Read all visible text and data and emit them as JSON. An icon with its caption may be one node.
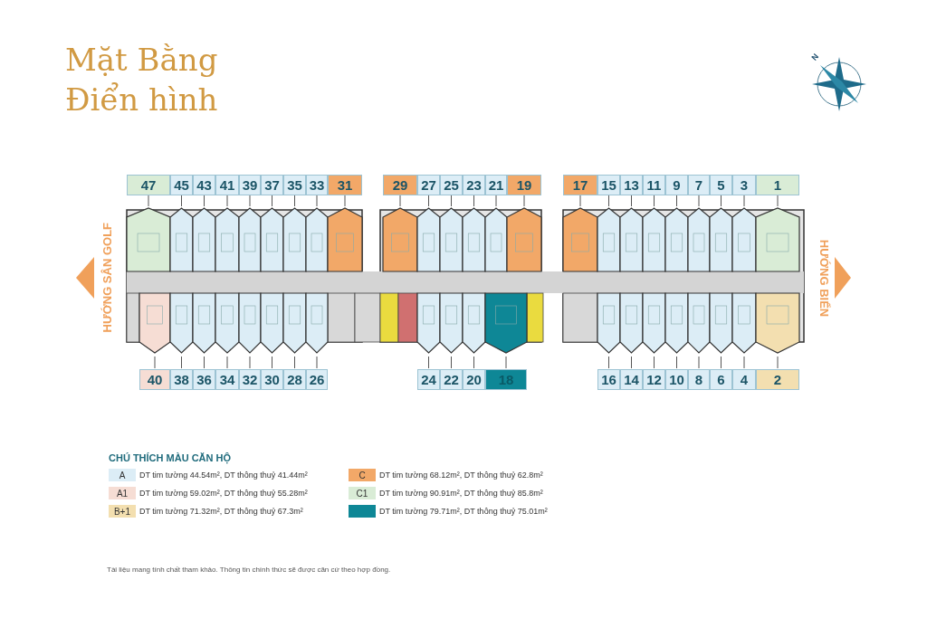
{
  "diagram": {
    "title": "Mặt Bằng Điển hình",
    "caption": "Tài liệu mang tính chất tham khảo. Thông tin chính thức sẽ được căn cứ theo hợp đồng.",
    "nodes": [
      {
        "text": [
          "47"
        ]
      },
      {
        "text": [
          "45"
        ]
      },
      {
        "text": [
          "43"
        ]
      },
      {
        "text": [
          "41"
        ]
      },
      {
        "text": [
          "39"
        ]
      },
      {
        "text": [
          "37"
        ]
      },
      {
        "text": [
          "35"
        ]
      },
      {
        "text": [
          "33"
        ]
      },
      {
        "text": [
          "31"
        ]
      },
      {
        "text": [
          "29"
        ]
      },
      {
        "text": [
          "27"
        ]
      },
      {
        "text": [
          "25"
        ]
      },
      {
        "text": [
          "23"
        ]
      },
      {
        "text": [
          "21"
        ]
      },
      {
        "text": [
          "19"
        ]
      },
      {
        "text": [
          "17"
        ]
      },
      {
        "text": [
          "15"
        ]
      },
      {
        "text": [
          "13"
        ]
      },
      {
        "text": [
          "11"
        ]
      },
      {
        "text": [
          "9"
        ]
      },
      {
        "text": [
          "7"
        ]
      },
      {
        "text": [
          "5"
        ]
      },
      {
        "text": [
          "3"
        ]
      },
      {
        "text": [
          "1"
        ]
      },
      {
        "text": [
          "40"
        ]
      },
      {
        "text": [
          "38"
        ]
      },
      {
        "text": [
          "36"
        ]
      },
      {
        "text": [
          "34"
        ]
      },
      {
        "text": [
          "32"
        ]
      },
      {
        "text": [
          "30"
        ]
      },
      {
        "text": [
          "28"
        ]
      },
      {
        "text": [
          "26"
        ]
      },
      {
        "text": [
          "24"
        ]
      },
      {
        "text": [
          "22"
        ]
      },
      {
        "text": [
          "20"
        ]
      },
      {
        "text": [
          "18"
        ]
      },
      {
        "text": [
          "16"
        ]
      },
      {
        "text": [
          "14"
        ]
      },
      {
        "text": [
          "12"
        ]
      },
      {
        "text": [
          "10"
        ]
      },
      {
        "text": [
          "8"
        ]
      },
      {
        "text": [
          "6"
        ]
      },
      {
        "text": [
          "4"
        ]
      },
      {
        "text": [
          "2"
        ]
      }
    ],
    "edges": [
      {
        "from": 0,
        "to": null,
        "arrow": "none"
      },
      {
        "from": 1,
        "to": null,
        "arrow": "none"
      },
      {
        "from": 2,
        "to": null,
        "arrow": "none"
      },
      {
        "from": 3,
        "to": null,
        "arrow": "none"
      },
      {
        "from": 4,
        "to": null,
        "arrow": "none"
      },
      {
        "from": 5,
        "to": null,
        "arrow": "none"
      },
      {
        "from": 6,
        "to": null,
        "arrow": "none"
      },
      {
        "from": 7,
        "to": null,
        "arrow": "none"
      },
      {
        "from": 8,
        "to": null,
        "arrow": "none"
      },
      {
        "from": 9,
        "to": null,
        "arrow": "none"
      },
      {
        "from": 10,
        "to": null,
        "arrow": "none"
      },
      {
        "from": 11,
        "to": null,
        "arrow": "none"
      },
      {
        "from": 12,
        "to": null,
        "arrow": "none"
      },
      {
        "from": 13,
        "to": null,
        "arrow": "none"
      },
      {
        "from": 14,
        "to": null,
        "arrow": "none"
      },
      {
        "from": 15,
        "to": null,
        "arrow": "none"
      },
      {
        "from": 16,
        "to": null,
        "arrow": "none"
      },
      {
        "from": 17,
        "to": null,
        "arrow": "none"
      },
      {
        "from": 18,
        "to": null,
        "arrow": "none"
      },
      {
        "from": 19,
        "to": null,
        "arrow": "none"
      },
      {
        "from": 20,
        "to": null,
        "arrow": "none"
      },
      {
        "from": 21,
        "to": null,
        "arrow": "none"
      },
      {
        "from": 22,
        "to": null,
        "arrow": "none"
      },
      {
        "from": 23,
        "to": null,
        "arrow": "none"
      },
      {
        "from": 24,
        "to": null,
        "arrow": "none"
      },
      {
        "from": 25,
        "to": null,
        "arrow": "none"
      },
      {
        "from": 26,
        "to": null,
        "arrow": "none"
      },
      {
        "from": 27,
        "to": null,
        "arrow": "none"
      },
      {
        "from": 28,
        "to": null,
        "arrow": "none"
      },
      {
        "from": 29,
        "to": null,
        "arrow": "none"
      },
      {
        "from": 30,
        "to": null,
        "arrow": "none"
      },
      {
        "from": 31,
        "to": null,
        "arrow": "none"
      },
      {
        "from": 32,
        "to": null,
        "arrow": "none"
      },
      {
        "from": 33,
        "to": null,
        "arrow": "none"
      },
      {
        "from": 34,
        "to": null,
        "arrow": "none"
      },
      {
        "from": 35,
        "to": null,
        "arrow": "none"
      },
      {
        "from": 36,
        "to": null,
        "arrow": "none"
      },
      {
        "from": 37,
        "to": null,
        "arrow": "none"
      },
      {
        "from": 38,
        "to": null,
        "arrow": "none"
      },
      {
        "from": 39,
        "to": null,
        "arrow": "none"
      },
      {
        "from": 40,
        "to": null,
        "arrow": "none"
      },
      {
        "from": 41,
        "to": null,
        "arrow": "none"
      },
      {
        "from": 42,
        "to": null,
        "arrow": "none"
      },
      {
        "from": 43,
        "to": null,
        "arrow": "none"
      }
    ],
    "labels": [
      "N",
      "HƯỚNG SÂN GOLF",
      "HƯỚNG BIỂN",
      "CHÚ THÍCH MÀU CĂN HỘ",
      "A",
      "A1",
      "B+1",
      "C",
      "C1"
    ],
    "legend": [
      {
        "text": "DT tim tường 44.54m², DT thông thuỷ 41.44m²",
        "color": "#dcedf6"
      },
      {
        "text": "DT tim tường 59.02m², DT thông thuỷ 55.28m²",
        "color": "#f6ddd4"
      },
      {
        "text": "DT tim tường 71.32m², DT thông thuỷ 67.3m²",
        "color": "#f3dfb0"
      },
      {
        "text": "DT tim tường 68.12m², DT thông thuỷ 62.8m²",
        "color": "#f2a868"
      },
      {
        "text": "DT tim tường 90.91m², DT thông thuỷ 85.8m²",
        "color": "#d9ecd6"
      },
      {
        "text": "DT tim tường 79.71m², DT thông thuỷ 75.01m²",
        "color": "#0e8796"
      }
    ]
  }
}
